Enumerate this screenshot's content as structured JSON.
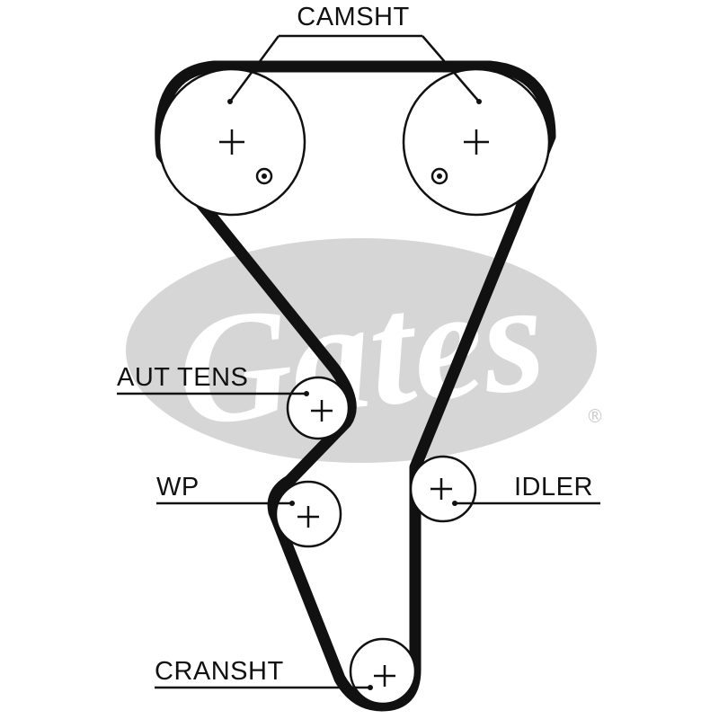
{
  "labels": {
    "camshaft": "CAMSHT",
    "auto_tensioner": "AUT TENS",
    "water_pump": "WP",
    "idler": "IDLER",
    "crankshaft": "CRANSHT"
  },
  "watermark": {
    "text": "Gates",
    "registered_mark": "®",
    "color": "#d6d6d6"
  },
  "colors": {
    "belt": "#111111",
    "pulley_outline": "#111111",
    "leader_line": "#111111"
  }
}
